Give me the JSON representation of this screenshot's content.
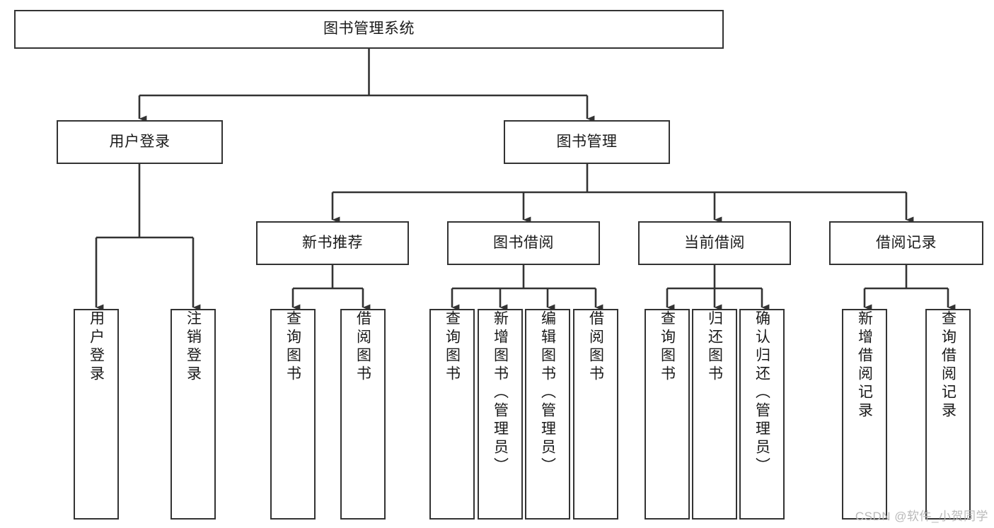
{
  "diagram": {
    "type": "tree-hierarchy",
    "title": "图书管理系统",
    "orientation": "top-down",
    "style": {
      "box_border_color": "#333333",
      "box_fill_color": "#ffffff",
      "connector_color": "#333333",
      "text_color": "#1a1a1a",
      "background_color": "#ffffff"
    },
    "nodes": {
      "root": {
        "label": "图书管理系统",
        "level": 0,
        "orientation": "horizontal"
      },
      "l1": [
        {
          "label": "用户登录",
          "orientation": "horizontal"
        },
        {
          "label": "图书管理",
          "orientation": "horizontal"
        }
      ],
      "l2": [
        {
          "label": "新书推荐",
          "orientation": "horizontal"
        },
        {
          "label": "图书借阅",
          "orientation": "horizontal"
        },
        {
          "label": "当前借阅",
          "orientation": "horizontal"
        },
        {
          "label": "借阅记录",
          "orientation": "horizontal"
        }
      ],
      "leaves_user_login": [
        {
          "label": "用户登录",
          "orientation": "vertical"
        },
        {
          "label": "注销登录",
          "orientation": "vertical"
        }
      ],
      "leaves_new_books": [
        {
          "label": "查询图书",
          "orientation": "vertical"
        },
        {
          "label": "借阅图书",
          "orientation": "vertical"
        }
      ],
      "leaves_borrow": [
        {
          "label": "查询图书",
          "orientation": "vertical"
        },
        {
          "label": "新增图书（管理员）",
          "orientation": "vertical"
        },
        {
          "label": "编辑图书（管理员）",
          "orientation": "vertical"
        },
        {
          "label": "借阅图书",
          "orientation": "vertical"
        }
      ],
      "leaves_current": [
        {
          "label": "查询图书",
          "orientation": "vertical"
        },
        {
          "label": "归还图书",
          "orientation": "vertical"
        },
        {
          "label": "确认归还（管理员）",
          "orientation": "vertical"
        }
      ],
      "leaves_records": [
        {
          "label": "新增借阅记录",
          "orientation": "vertical"
        },
        {
          "label": "查询借阅记录",
          "orientation": "vertical"
        }
      ]
    }
  },
  "watermark": {
    "text": "CSDN @软件_小贺同学"
  }
}
